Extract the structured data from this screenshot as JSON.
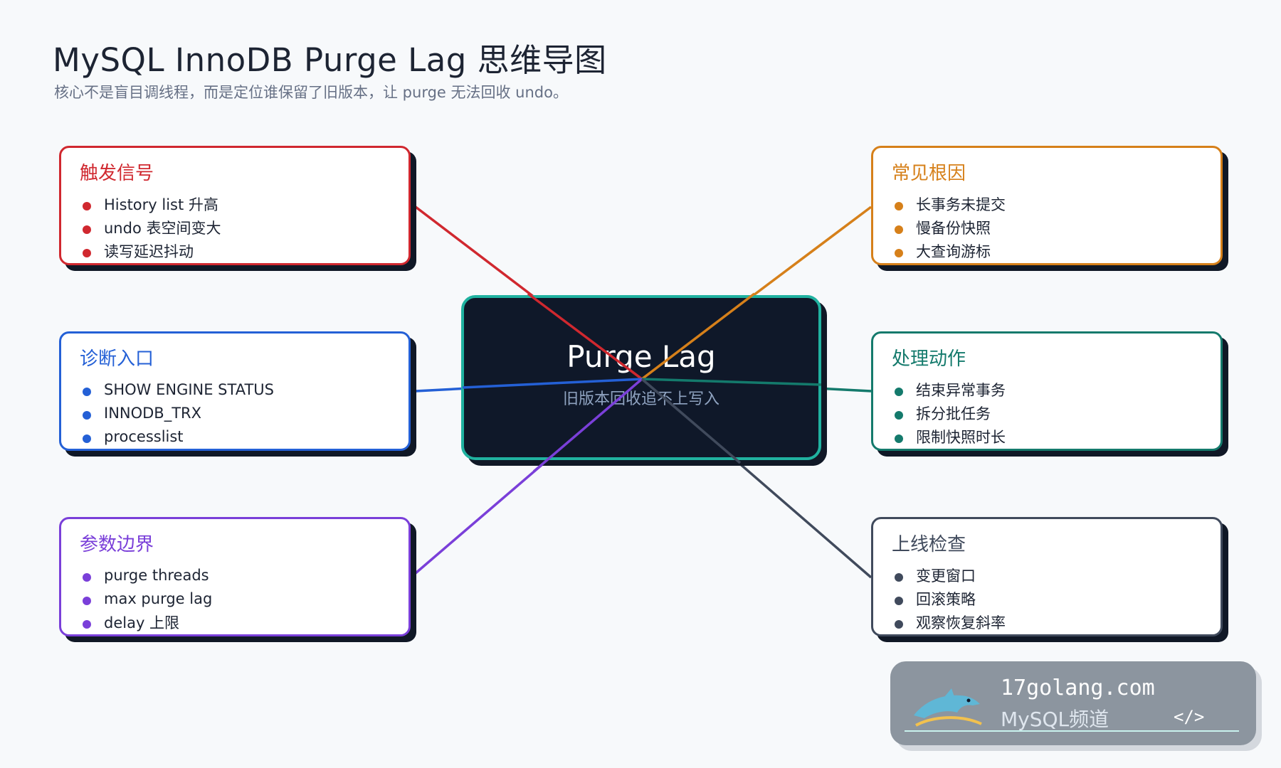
{
  "header": {
    "title": "MySQL InnoDB Purge Lag 思维导图",
    "subtitle": "核心不是盲目调线程，而是定位谁保留了旧版本，让 purge 无法回收 undo。"
  },
  "center": {
    "title": "Purge Lag",
    "subtitle": "旧版本回收追不上写入",
    "border_color": "#20b2a0"
  },
  "nodes": [
    {
      "title": "触发信号",
      "color": "#d0282f",
      "items": [
        "History list 升高",
        "undo 表空间变大",
        "读写延迟抖动"
      ]
    },
    {
      "title": "常见根因",
      "color": "#d6801a",
      "items": [
        "长事务未提交",
        "慢备份快照",
        "大查询游标"
      ]
    },
    {
      "title": "诊断入口",
      "color": "#2460d6",
      "items": [
        "SHOW ENGINE STATUS",
        "INNODB_TRX",
        "processlist"
      ]
    },
    {
      "title": "处理动作",
      "color": "#147a6c",
      "items": [
        "结束异常事务",
        "拆分批任务",
        "限制快照时长"
      ]
    },
    {
      "title": "参数边界",
      "color": "#7a3fd9",
      "items": [
        "purge threads",
        "max purge lag",
        "delay 上限"
      ]
    },
    {
      "title": "上线检查",
      "color": "#404a5c",
      "items": [
        "变更窗口",
        "回滚策略",
        "观察恢复斜率"
      ]
    }
  ],
  "watermark": {
    "url": "17golang.com",
    "channel": "MySQL频道",
    "code_icon": "</>"
  }
}
